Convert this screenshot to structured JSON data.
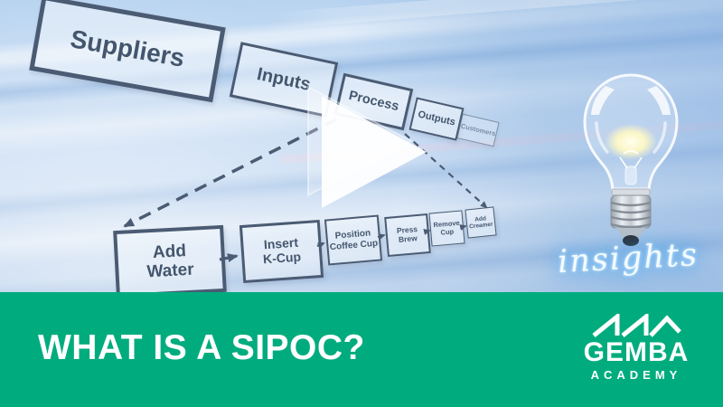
{
  "video": {
    "title": "WHAT IS A SIPOC?",
    "series": "insights"
  },
  "brand": {
    "name": "GEMBA",
    "subname": "ACADEMY"
  },
  "sipoc": {
    "items": [
      {
        "label": "Suppliers"
      },
      {
        "label": "Inputs"
      },
      {
        "label": "Process"
      },
      {
        "label": "Outputs"
      },
      {
        "label": "Customers"
      }
    ]
  },
  "steps": {
    "items": [
      {
        "line1": "Add",
        "line2": "Water"
      },
      {
        "line1": "Insert",
        "line2": "K-Cup"
      },
      {
        "line1": "Position",
        "line2": "Coffee Cup"
      },
      {
        "line1": "Press Brew",
        "line2": ""
      },
      {
        "line1": "Remove",
        "line2": "Cup"
      },
      {
        "line1": "Add",
        "line2": "Creamer"
      }
    ]
  },
  "colors": {
    "banner_green": "#00AC7E",
    "diagram_ink": "#4A5B73",
    "background_blue": "#AECDEC",
    "neon_glow": "#7FC4FF"
  },
  "icons": {
    "play": "play-icon",
    "lightbulb": "lightbulb-icon",
    "logo": "mountain-peaks-icon"
  }
}
